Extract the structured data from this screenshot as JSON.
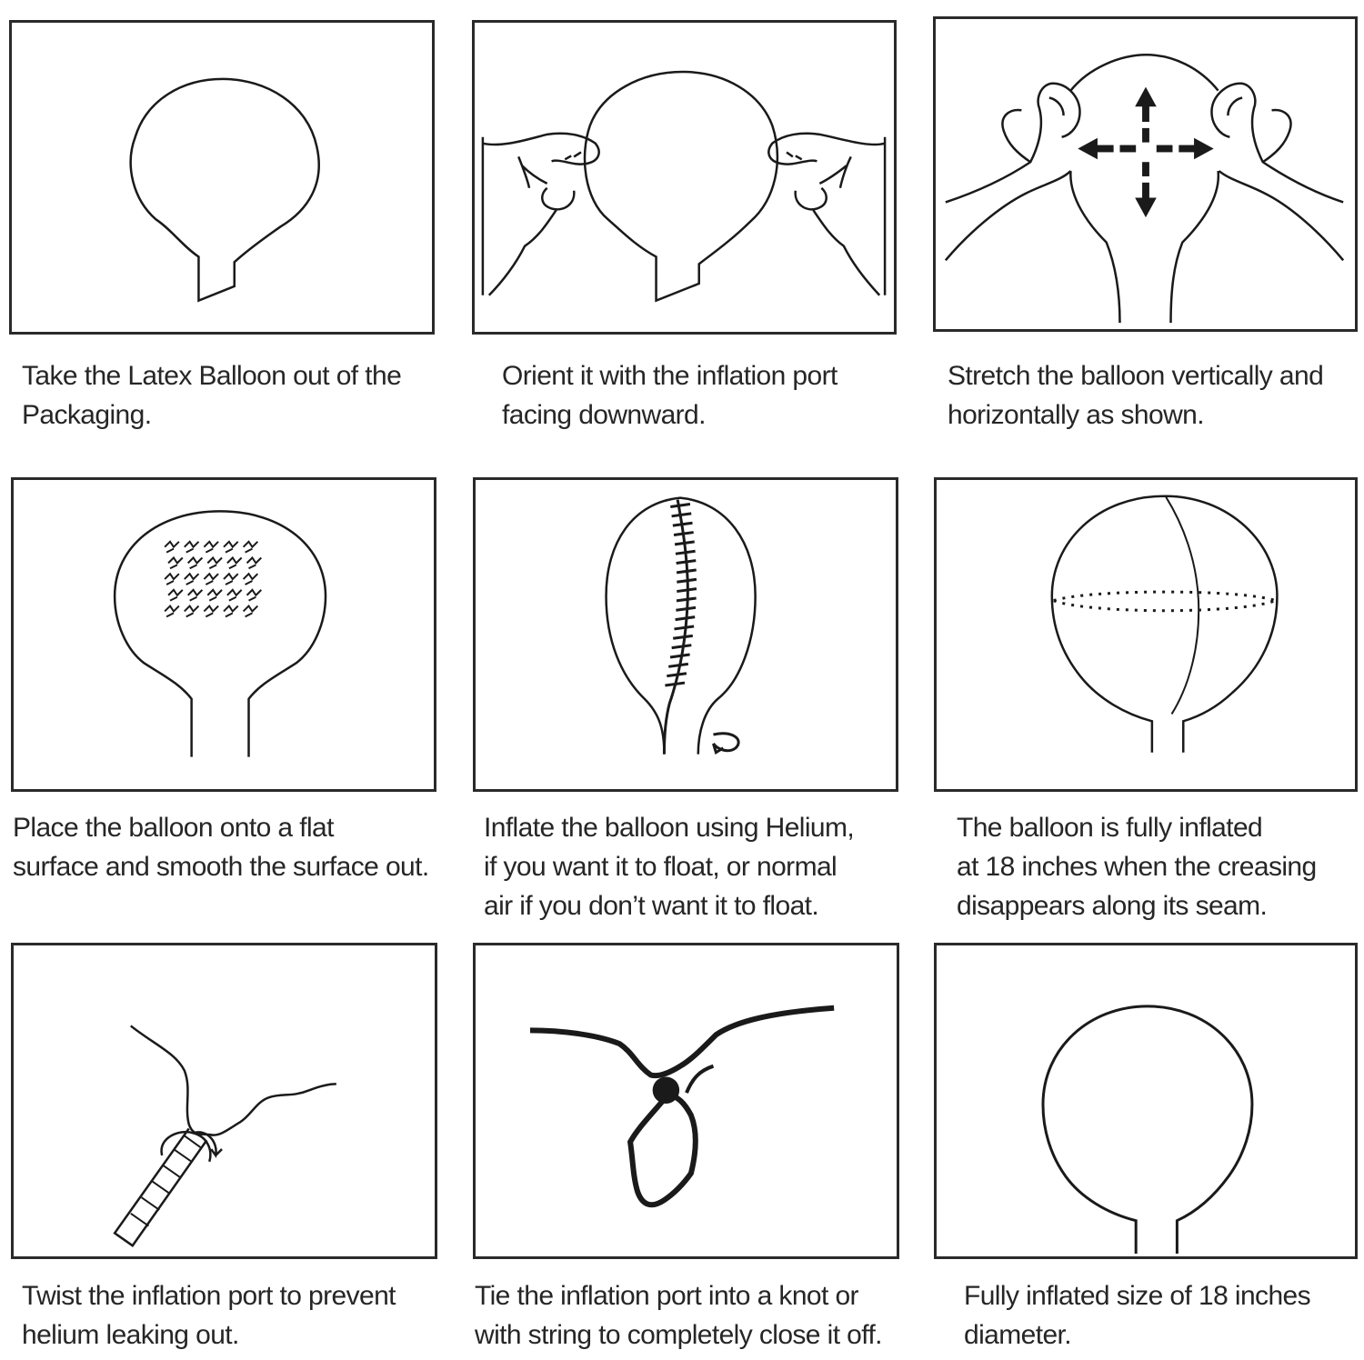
{
  "steps": [
    {
      "caption": "Take the Latex Balloon out of the\nPackaging.",
      "illustration": "deflated-balloon-icon"
    },
    {
      "caption": "Orient it with the inflation port\nfacing downward.",
      "illustration": "hands-holding-balloon-icon"
    },
    {
      "caption": "Stretch the balloon vertically and\nhorizontally as shown.",
      "illustration": "stretch-arrows-icon"
    },
    {
      "caption": "Place the balloon onto a flat\nsurface and smooth the surface out.",
      "illustration": "smoothing-balloon-icon"
    },
    {
      "caption": "Inflate the balloon using Helium,\nif you want it to float, or normal\nair if you don’t want it to float.",
      "illustration": "inflating-balloon-seam-icon"
    },
    {
      "caption": "The balloon is fully inflated\nat 18 inches when the creasing\ndisappears along its seam.",
      "illustration": "inflated-balloon-seam-icon"
    },
    {
      "caption": "Twist the inflation port to prevent\nhelium leaking out.",
      "illustration": "twisted-port-icon"
    },
    {
      "caption": "Tie the inflation port into a knot or\nwith string to completely close it off.",
      "illustration": "knot-icon"
    },
    {
      "caption": "Fully inflated size of 18 inches\ndiameter.",
      "illustration": "full-balloon-icon"
    }
  ]
}
